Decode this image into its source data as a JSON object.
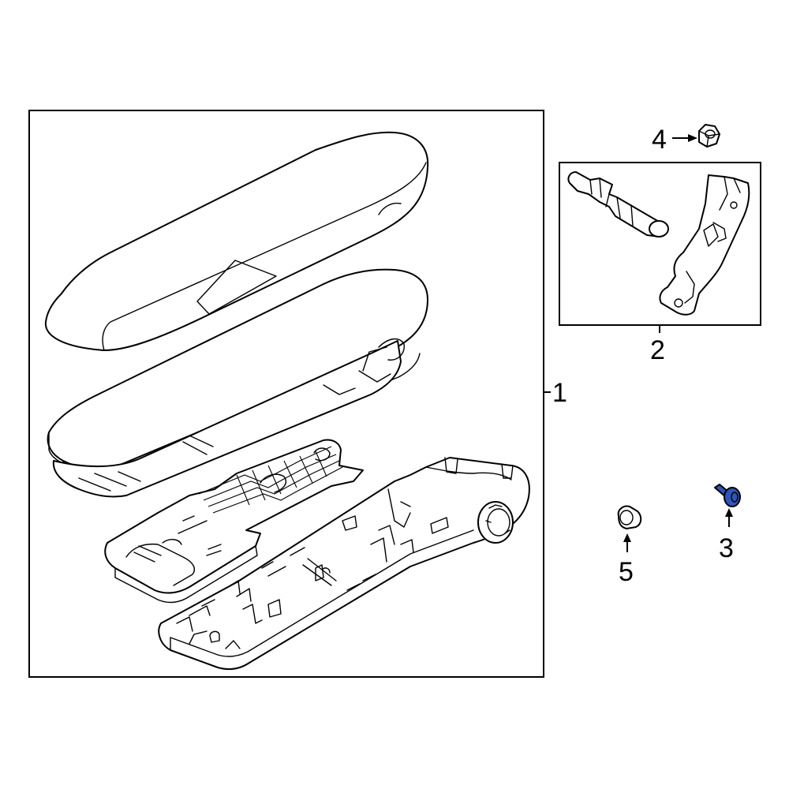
{
  "callouts": [
    {
      "id": "1",
      "label": "1"
    },
    {
      "id": "2",
      "label": "2"
    },
    {
      "id": "3",
      "label": "3"
    },
    {
      "id": "4",
      "label": "4"
    },
    {
      "id": "5",
      "label": "5"
    }
  ],
  "highlight_color": "#2f55b8",
  "line_color": "#000000",
  "background_color": "#ffffff"
}
